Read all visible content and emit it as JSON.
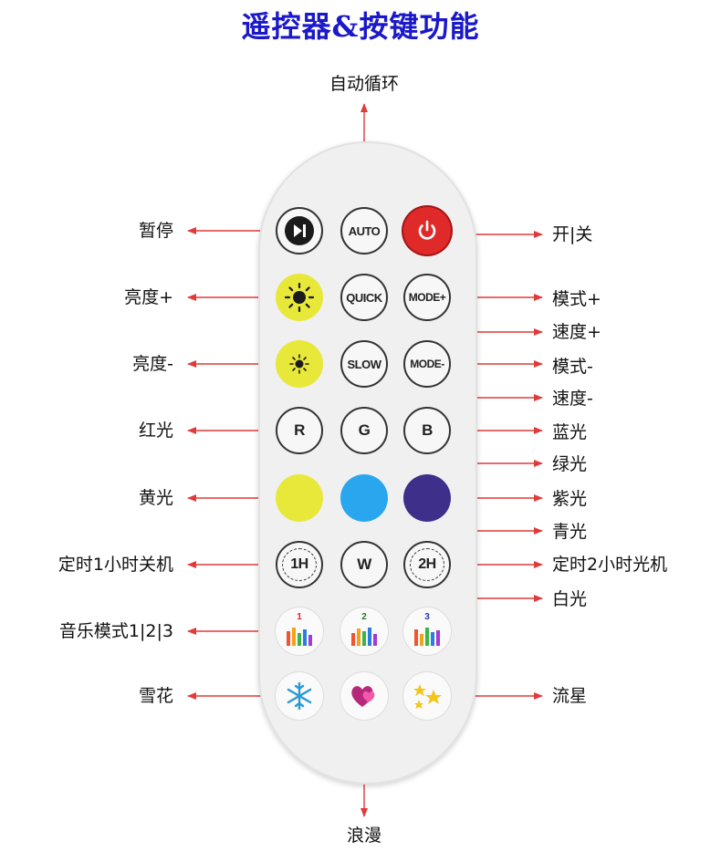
{
  "title": "遥控器&按键功能",
  "labels": {
    "auto_loop": "自动循环",
    "pause": "暂停",
    "power": "开|关",
    "bright_up": "亮度+",
    "mode_up": "模式+",
    "speed_up": "速度+",
    "bright_down": "亮度-",
    "mode_down": "模式-",
    "speed_down": "速度-",
    "red": "红光",
    "blue": "蓝光",
    "green": "绿光",
    "yellow": "黄光",
    "purple": "紫光",
    "cyan": "青光",
    "timer1": "定时1小时关机",
    "timer2": "定时2小时光机",
    "white": "白光",
    "music": "音乐模式1|2|3",
    "snow": "雪花",
    "meteor": "流星",
    "romance": "浪漫"
  },
  "buttons": {
    "auto": "AUTO",
    "quick": "QUICK",
    "mode_plus": "MODE+",
    "slow": "SLOW",
    "mode_minus": "MODE-",
    "r": "R",
    "g": "G",
    "b": "B",
    "w": "W",
    "timer1": "1H",
    "timer2": "2H",
    "music1": "1",
    "music2": "2",
    "music3": "3"
  },
  "colors": {
    "title": "#1a18c8",
    "arrow": "#e03a3a",
    "power": "#e02a2a",
    "yellow": "#e8e83a",
    "cyan": "#2aa6ee",
    "purple": "#3d2f8a"
  }
}
